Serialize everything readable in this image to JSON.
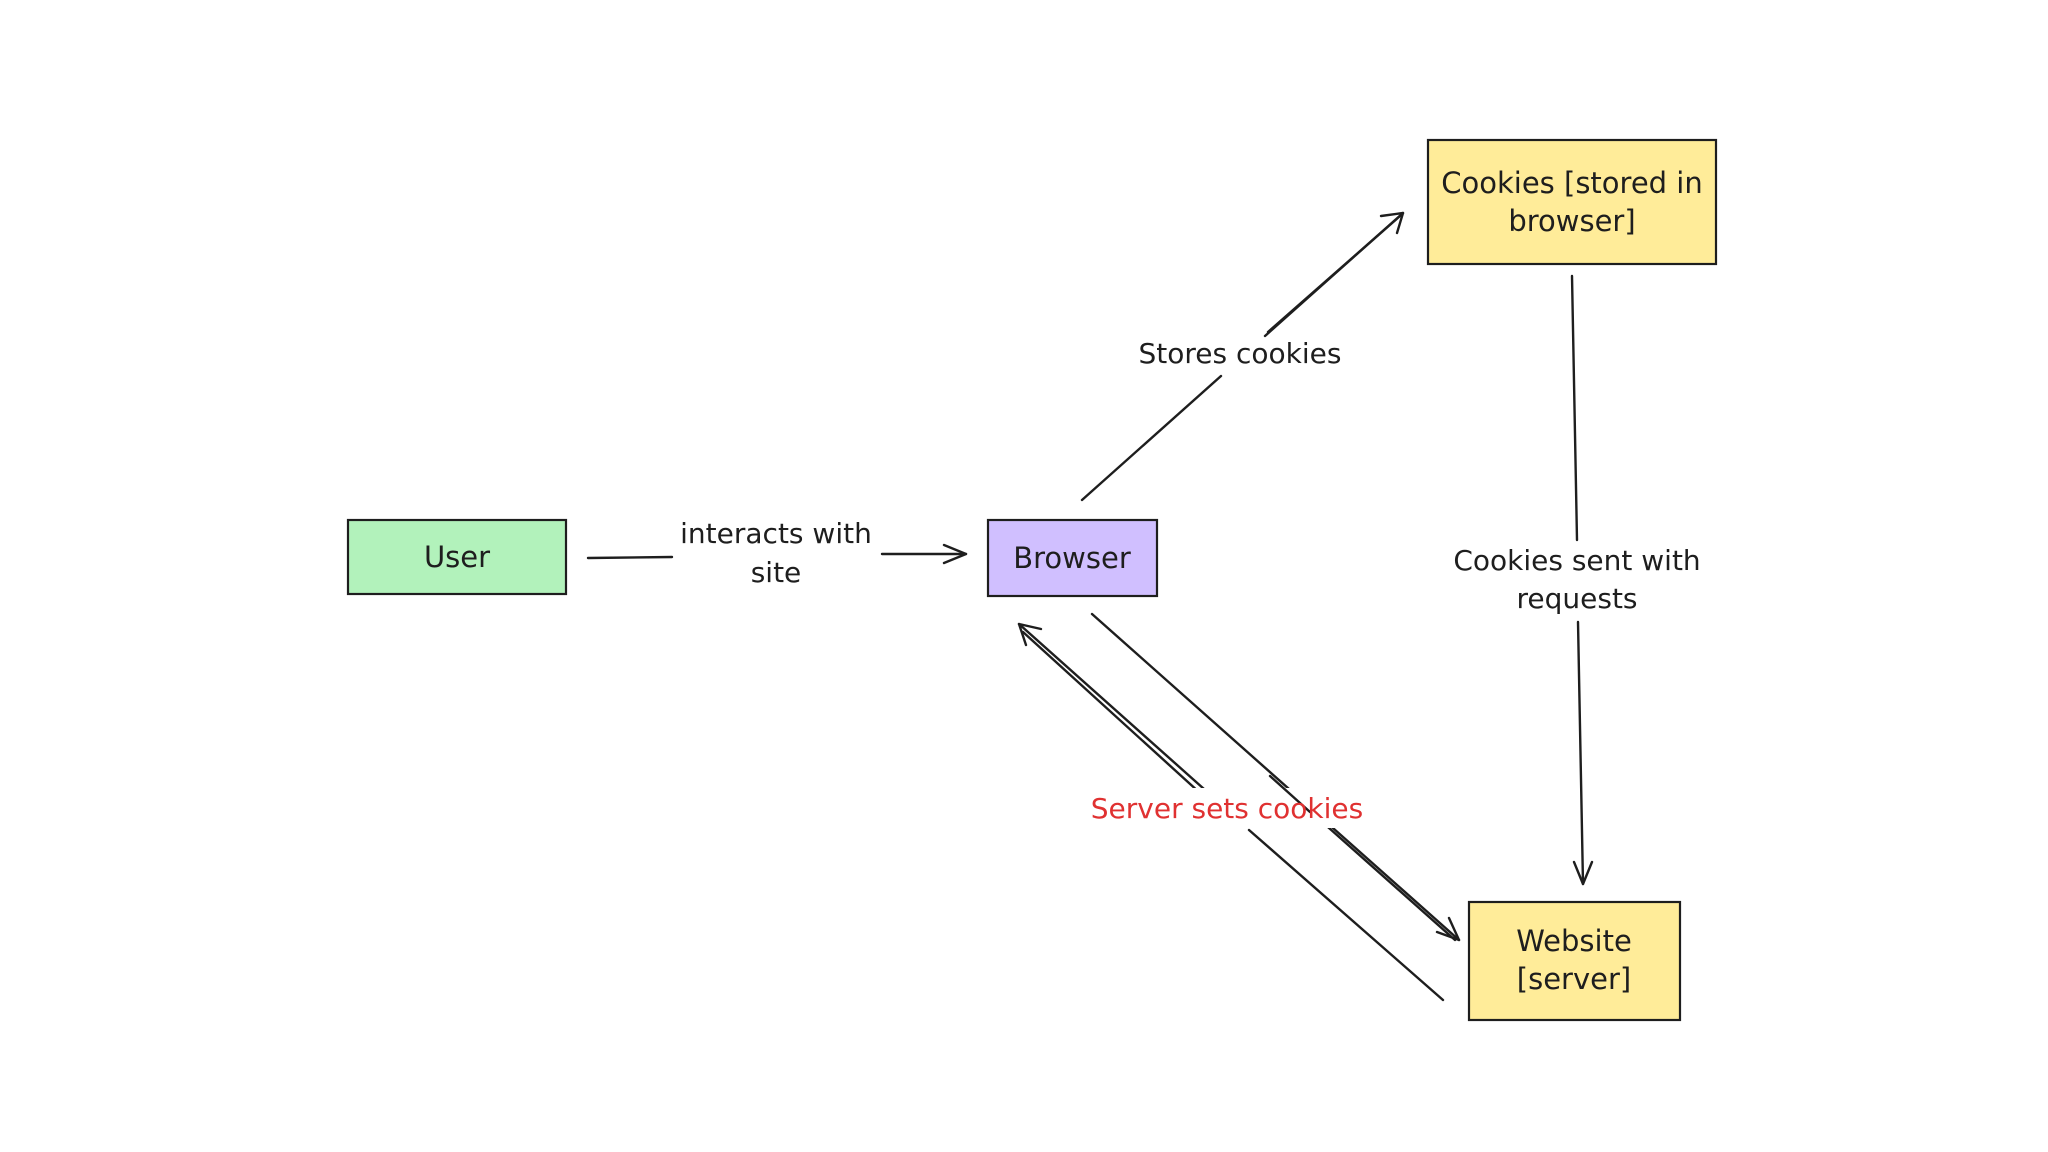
{
  "nodes": {
    "user": {
      "lines": [
        "User"
      ],
      "fill": "#b2f2bb"
    },
    "browser": {
      "lines": [
        "Browser"
      ],
      "fill": "#d0bfff"
    },
    "cookies": {
      "lines": [
        "Cookies [stored in",
        "browser]"
      ],
      "fill": "#ffec99"
    },
    "website": {
      "lines": [
        "Website",
        "[server]"
      ],
      "fill": "#ffec99"
    }
  },
  "edges": {
    "user_browser": {
      "from": "User",
      "to": "Browser",
      "lines": [
        "interacts with",
        "site"
      ]
    },
    "browser_cookies": {
      "from": "Browser",
      "to": "Cookies [stored in browser]",
      "lines": [
        "Stores cookies"
      ]
    },
    "cookies_website": {
      "from": "Cookies [stored in browser]",
      "to": "Website [server]",
      "lines": [
        "Cookies sent with",
        "requests"
      ]
    },
    "browser_website": {
      "from": "Browser",
      "to": "Website [server]",
      "lines": []
    },
    "website_browser": {
      "from": "Website [server]",
      "to": "Browser",
      "lines": [
        "Server sets cookies"
      ],
      "color": "#e03131"
    }
  }
}
